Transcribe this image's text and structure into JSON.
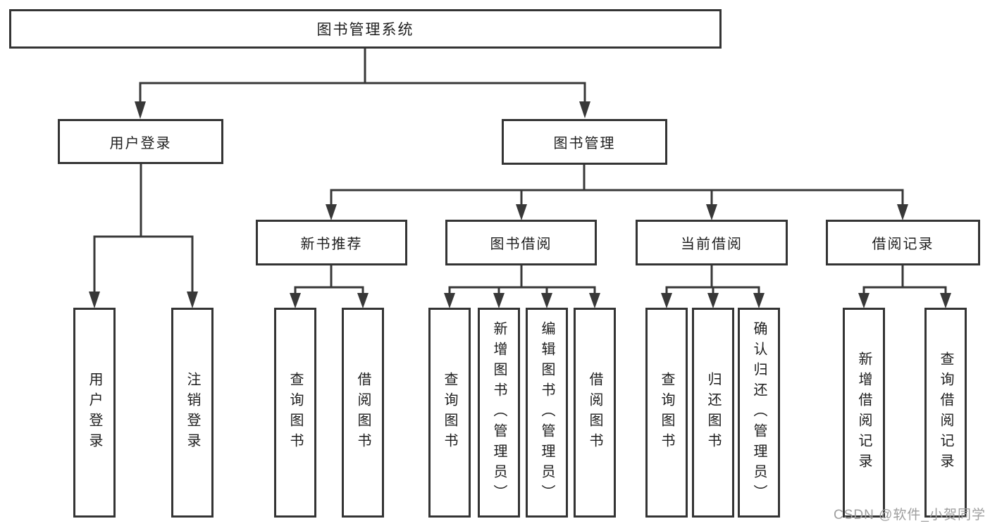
{
  "diagram": {
    "root": {
      "label": "图书管理系统"
    },
    "level2": [
      {
        "label": "用户登录"
      },
      {
        "label": "图书管理"
      }
    ],
    "level3": [
      {
        "label": "新书推荐"
      },
      {
        "label": "图书借阅"
      },
      {
        "label": "当前借阅"
      },
      {
        "label": "借阅记录"
      }
    ],
    "leaves": {
      "login": [
        {
          "label": "用户登录"
        },
        {
          "label": "注销登录"
        }
      ],
      "recommend": [
        {
          "label": "查询图书"
        },
        {
          "label": "借阅图书"
        }
      ],
      "borrow": [
        {
          "label": "查询图书"
        },
        {
          "label": "新增图书（管理员）"
        },
        {
          "label": "编辑图书（管理员）"
        },
        {
          "label": "借阅图书"
        }
      ],
      "current": [
        {
          "label": "查询图书"
        },
        {
          "label": "归还图书"
        },
        {
          "label": "确认归还（管理员）"
        }
      ],
      "records": [
        {
          "label": "新增借阅记录"
        },
        {
          "label": "查询借阅记录"
        }
      ]
    },
    "colors": {
      "line": "#383838",
      "box_border": "#343434",
      "text": "#1e1e1e",
      "background": "#ffffff",
      "watermark": "#9e9e9e"
    },
    "watermark": {
      "text": "CSDN @软件_小贺同学"
    }
  }
}
